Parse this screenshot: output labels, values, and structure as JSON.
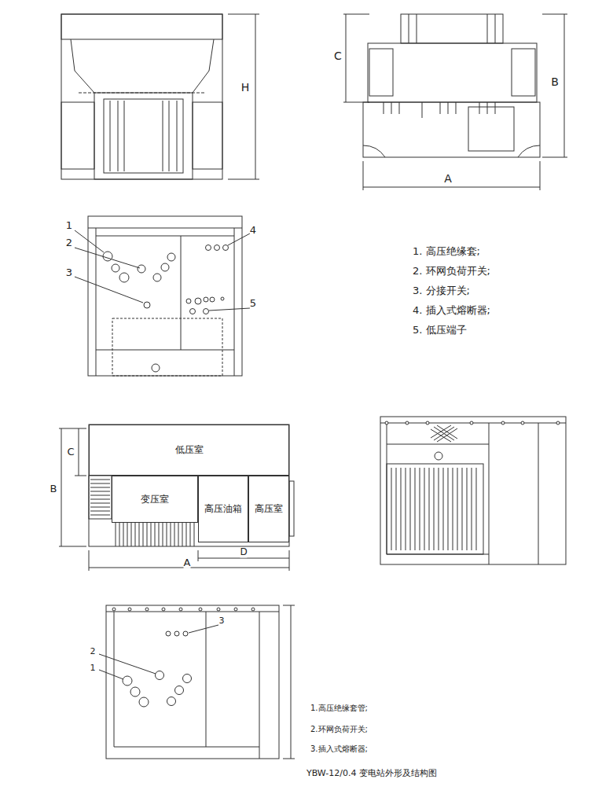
{
  "diagram": {
    "caption": "YBW-12/0.4 变电站外形及结构图",
    "nodes": [
      {
        "text": [
          "低压室"
        ]
      },
      {
        "text": [
          "变压室"
        ]
      },
      {
        "text": [
          "高压油箱"
        ]
      },
      {
        "text": [
          "高压室"
        ]
      }
    ],
    "labels": [
      "H",
      "C",
      "B",
      "A",
      "1",
      "2",
      "3",
      "4",
      "5",
      "1. 高压绝缘套;",
      "2. 环网负荷开关;",
      "3. 分接开关;",
      "4. 插入式熔断器;",
      "5. 低压端子",
      "C",
      "B",
      "A",
      "D",
      "3",
      "2",
      "1",
      "1.高压绝缘套管;",
      "2.环网负荷开关;",
      "3.插入式熔断器;"
    ]
  }
}
